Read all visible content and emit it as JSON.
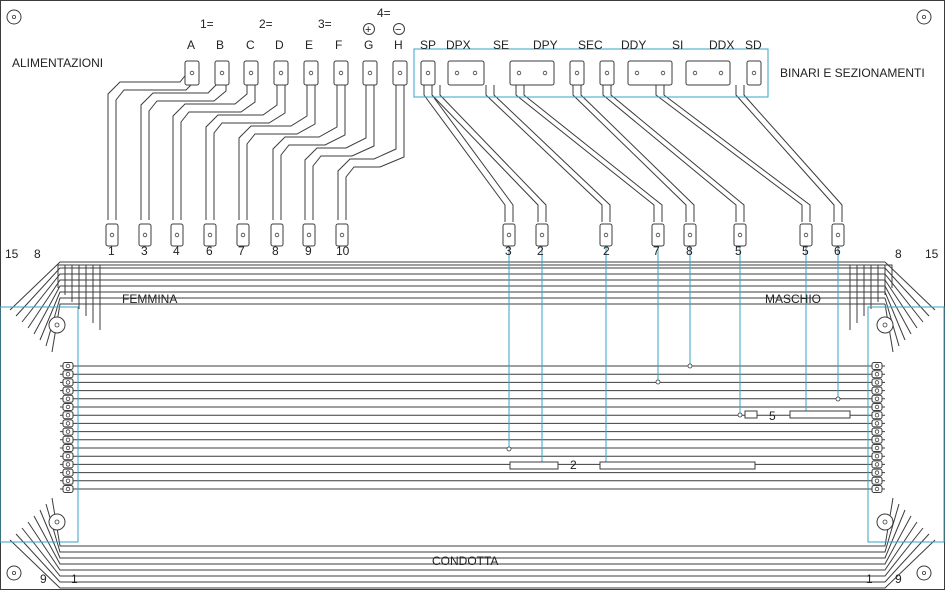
{
  "labels": {
    "alimentazioni": "ALIMENTAZIONI",
    "binari": "BINARI E SEZIONAMENTI",
    "femmina": "FEMMINA",
    "maschio": "MASCHIO",
    "condotta": "CONDOTTA"
  },
  "power_groups": [
    "1=",
    "2=",
    "3=",
    "4="
  ],
  "power_letters": [
    "A",
    "B",
    "C",
    "D",
    "E",
    "F",
    "G",
    "H"
  ],
  "polarity": {
    "plus": "+",
    "minus": "−"
  },
  "track_labels": [
    "SP",
    "DPX",
    "SE",
    "DPY",
    "SEC",
    "DDY",
    "SI",
    "DDX",
    "SD"
  ],
  "left_pin_numbers": [
    "1",
    "3",
    "4",
    "6",
    "7",
    "8",
    "9",
    "10"
  ],
  "right_pin_numbers": [
    "3",
    "2",
    "2",
    "7",
    "8",
    "5",
    "5",
    "6"
  ],
  "corner_numbers": {
    "top_left": [
      "15",
      "8"
    ],
    "top_right": [
      "8",
      "15"
    ],
    "bottom_left": [
      "9",
      "1"
    ],
    "bottom_right": [
      "1",
      "9"
    ]
  },
  "bus_labels": {
    "five": "5",
    "two": "2"
  }
}
